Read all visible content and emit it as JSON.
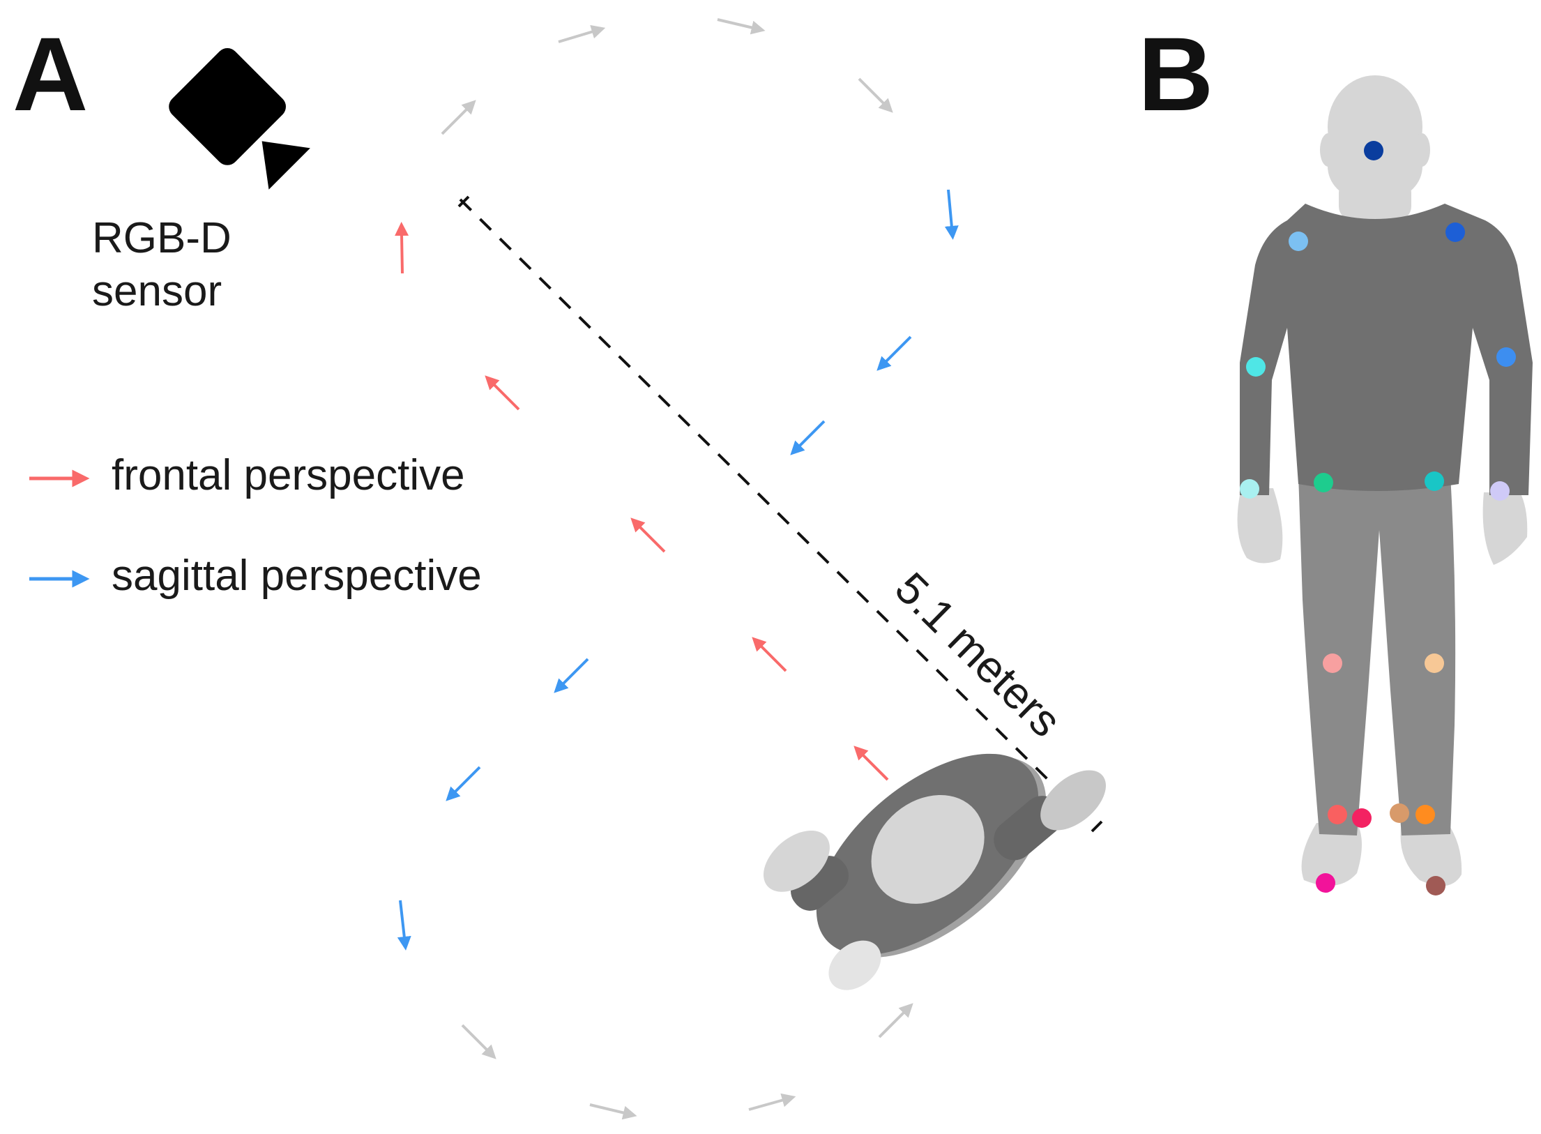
{
  "panels": {
    "a": {
      "letter": "A"
    },
    "b": {
      "letter": "B"
    }
  },
  "sensor": {
    "line1": "RGB-D",
    "line2": "sensor"
  },
  "legend": {
    "frontal": {
      "label": "frontal perspective",
      "color": "#f96a6a"
    },
    "sagittal": {
      "label": "sagittal perspective",
      "color": "#3d97f2"
    }
  },
  "walkway": {
    "distance_label": "5.1 meters"
  },
  "colors": {
    "transition_arrow": "#c8c8c8",
    "body_shirt": "#707070",
    "body_pants": "#8a8a8a",
    "body_skin": "#d6d6d6",
    "camera": "#000000",
    "joint_head": "#0a3d9e",
    "joint_shoulder_right": "#7cc0f2",
    "joint_shoulder_left": "#1d5fd6",
    "joint_elbow_right": "#4fe6e6",
    "joint_elbow_left": "#3d8ef0",
    "joint_wrist_right": "#a9f0f0",
    "joint_wrist_left": "#cfcaf7",
    "joint_hip_right": "#1ecc8e",
    "joint_hip_left": "#19c6c6",
    "joint_knee_right": "#f7a0a0",
    "joint_knee_left": "#f7c896",
    "joint_ankle_right_a": "#f96060",
    "joint_ankle_right_b": "#f32262",
    "joint_ankle_left_a": "#d89a6a",
    "joint_ankle_left_b": "#ff8c1f",
    "joint_foot_right": "#f2139a",
    "joint_foot_left": "#a05a55"
  }
}
